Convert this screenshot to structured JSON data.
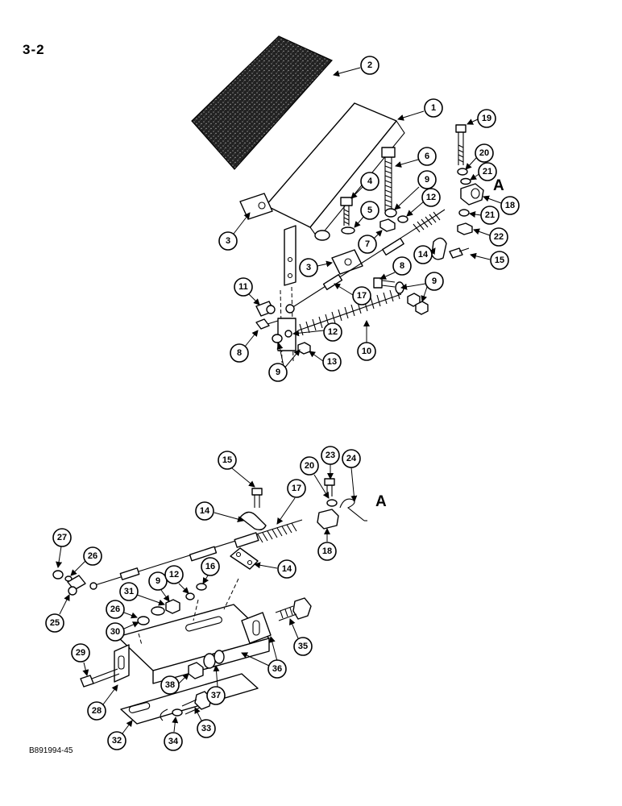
{
  "page": {
    "section_number": "3-2",
    "figure_code": "B891994-45"
  },
  "reference_letters": [
    "A",
    "A"
  ],
  "callouts": {
    "top": [
      "1",
      "2",
      "3",
      "3",
      "4",
      "5",
      "6",
      "7",
      "8",
      "8",
      "9",
      "9",
      "9",
      "10",
      "11",
      "12",
      "12",
      "13",
      "14",
      "15",
      "17",
      "18",
      "19",
      "20",
      "21",
      "21",
      "22"
    ],
    "bottom": [
      "14",
      "14",
      "15",
      "16",
      "17",
      "18",
      "20",
      "23",
      "24",
      "25",
      "26",
      "26",
      "27",
      "28",
      "29",
      "30",
      "31",
      "9",
      "12",
      "32",
      "33",
      "34",
      "35",
      "36",
      "37",
      "38"
    ]
  }
}
